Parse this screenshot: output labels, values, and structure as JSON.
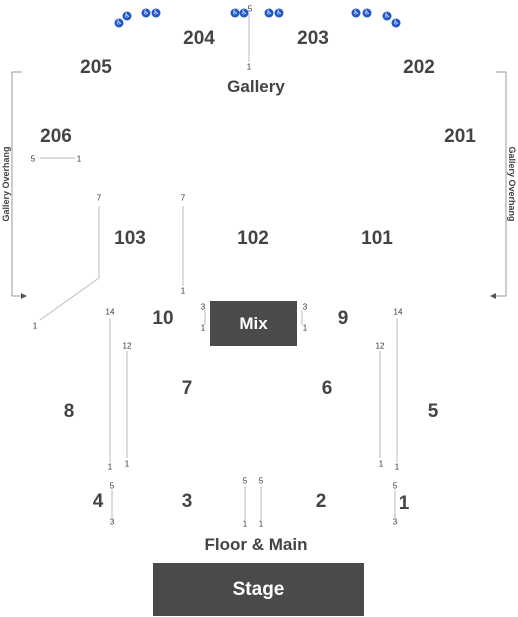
{
  "sections": {
    "s204": "204",
    "s203": "203",
    "s205": "205",
    "s202": "202",
    "s206": "206",
    "s201": "201",
    "s103": "103",
    "s102": "102",
    "s101": "101",
    "s10": "10",
    "s9": "9",
    "s7": "7",
    "s6": "6",
    "s8": "8",
    "s5": "5",
    "s4": "4",
    "s3": "3",
    "s2": "2",
    "s1": "1"
  },
  "labels": {
    "gallery": "Gallery",
    "gallery_overhang_left": "Gallery Overhang",
    "gallery_overhang_right": "Gallery Overhang",
    "floor_main": "Floor & Main",
    "mix": "Mix",
    "stage": "Stage"
  },
  "rows": {
    "gal_top": "5",
    "gal_bottom": "1",
    "s206_left": "5",
    "s206_right": "1",
    "s103_top": "7",
    "s103_bottom": "1",
    "s102_top": "7",
    "s102_bottom": "1",
    "s10_top": "14",
    "s10_bottom": "1",
    "s10_inner_top": "12",
    "s10_inner_bottom": "1",
    "mix_left_top": "3",
    "mix_left_bottom": "1",
    "mix_right_top": "3",
    "mix_right_bottom": "1",
    "s9_top": "14",
    "s9_bottom": "1",
    "s9_inner_top": "12",
    "s9_inner_bottom": "1",
    "s4_top": "5",
    "s4_bottom": "3",
    "s3_top": "5",
    "s3_bottom": "1",
    "s2_top": "5",
    "s2_bottom": "1",
    "s1_top": "5",
    "s1_bottom": "3"
  },
  "accessibility_icon": "wheelchair-icon",
  "colors": {
    "block": "#4a4a4a",
    "accessible": "#1f57c8"
  }
}
